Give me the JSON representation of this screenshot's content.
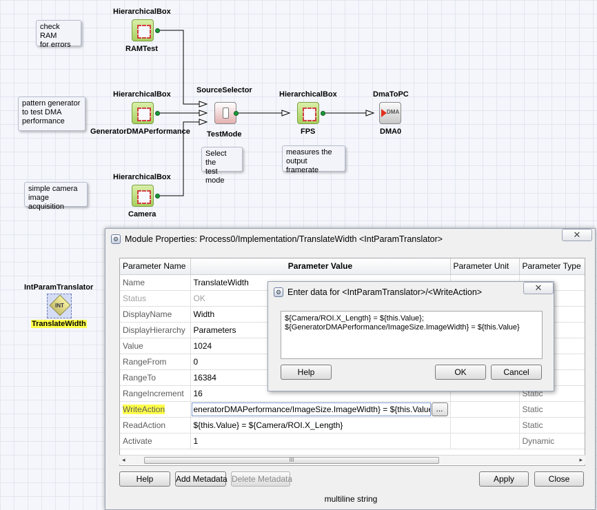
{
  "canvas": {
    "nodes": {
      "ramtest": {
        "type": "HierarchicalBox",
        "label": "RAMTest"
      },
      "generator": {
        "type": "HierarchicalBox",
        "label": "GeneratorDMAPerformance"
      },
      "camera": {
        "type": "HierarchicalBox",
        "label": "Camera"
      },
      "selector": {
        "type": "SourceSelector",
        "label": "TestMode"
      },
      "fps": {
        "type": "HierarchicalBox",
        "label": "FPS"
      },
      "dma": {
        "type": "DmaToPC",
        "label": "DMA0",
        "icon_text": "DMA"
      },
      "translator": {
        "type": "IntParamTranslator",
        "label": "TranslateWidth",
        "icon_text": "INT"
      }
    },
    "notes": {
      "ram": "check RAM\nfor errors",
      "pattern": "pattern generator\nto test DMA\nperformance",
      "camera": "simple camera\nimage acquisition",
      "selector": "Select the\ntest mode",
      "fps": "measures the\noutput framerate"
    }
  },
  "dialog": {
    "title": "Module Properties: Process0/Implementation/TranslateWidth <IntParamTranslator>",
    "columns": [
      "Parameter Name",
      "Parameter Value",
      "Parameter Unit",
      "Parameter Type"
    ],
    "rows": [
      {
        "name": "Name",
        "value": "TranslateWidth",
        "unit": "",
        "type": ""
      },
      {
        "name": "Status",
        "value": "OK",
        "unit": "",
        "type": ""
      },
      {
        "name": "DisplayName",
        "value": "Width",
        "unit": "",
        "type": ""
      },
      {
        "name": "DisplayHierarchy",
        "value": "Parameters",
        "unit": "",
        "type": ""
      },
      {
        "name": "Value",
        "value": "1024",
        "unit": "",
        "type": ""
      },
      {
        "name": "RangeFrom",
        "value": "0",
        "unit": "",
        "type": ""
      },
      {
        "name": "RangeTo",
        "value": "16384",
        "unit": "",
        "type": ""
      },
      {
        "name": "RangeIncrement",
        "value": "16",
        "unit": "",
        "type": "Static"
      },
      {
        "name": "WriteAction",
        "value": "eneratorDMAPerformance/ImageSize.ImageWidth} = ${this.Value}",
        "unit": "",
        "type": "Static"
      },
      {
        "name": "ReadAction",
        "value": "${this.Value} = ${Camera/ROI.X_Length}",
        "unit": "",
        "type": "Static"
      },
      {
        "name": "Activate",
        "value": "1",
        "unit": "",
        "type": "Dynamic"
      }
    ],
    "ellipsis": "...",
    "scroll_grip": "III",
    "buttons": {
      "help": "Help",
      "add_metadata": "Add Metadata",
      "delete_metadata": "Delete Metadata",
      "apply": "Apply",
      "close": "Close"
    },
    "status": "multiline string"
  },
  "popup": {
    "title": "Enter data for <IntParamTranslator>/<WriteAction>",
    "text": "${Camera/ROI.X_Length} = ${this.Value};\n${GeneratorDMAPerformance/ImageSize.ImageWidth} = ${this.Value}",
    "buttons": {
      "help": "Help",
      "ok": "OK",
      "cancel": "Cancel"
    }
  },
  "close_glyph": "✕",
  "colors": {
    "port": "#1a9a3a",
    "highlight": "#ffff4a",
    "dma_arrow": "#e03020"
  }
}
